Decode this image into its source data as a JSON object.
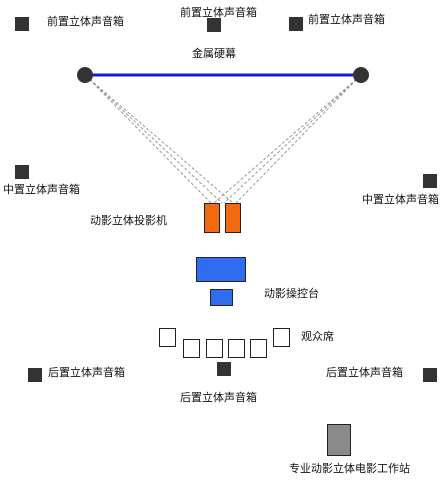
{
  "labels": {
    "front_left": "前置立体声音箱",
    "front_center": "前置立体声音箱",
    "front_right": "前置立体声音箱",
    "screen": "金属硬幕",
    "mid_left": "中置立体声音箱",
    "mid_right": "中置立体声音箱",
    "projector": "动影立体投影机",
    "console": "动影操控台",
    "audience": "观众席",
    "rear_left": "后置立体声音箱",
    "rear_right": "后置立体声音箱",
    "rear_center": "后置立体声音箱",
    "workstation": "专业动影立体电影工作站"
  },
  "colors": {
    "screen_line": "#1a1adc",
    "projector": "#f26a10",
    "console": "#2f6cf0",
    "speaker": "#333333",
    "workstation": "#8a8a8a",
    "beam": "#999999"
  }
}
